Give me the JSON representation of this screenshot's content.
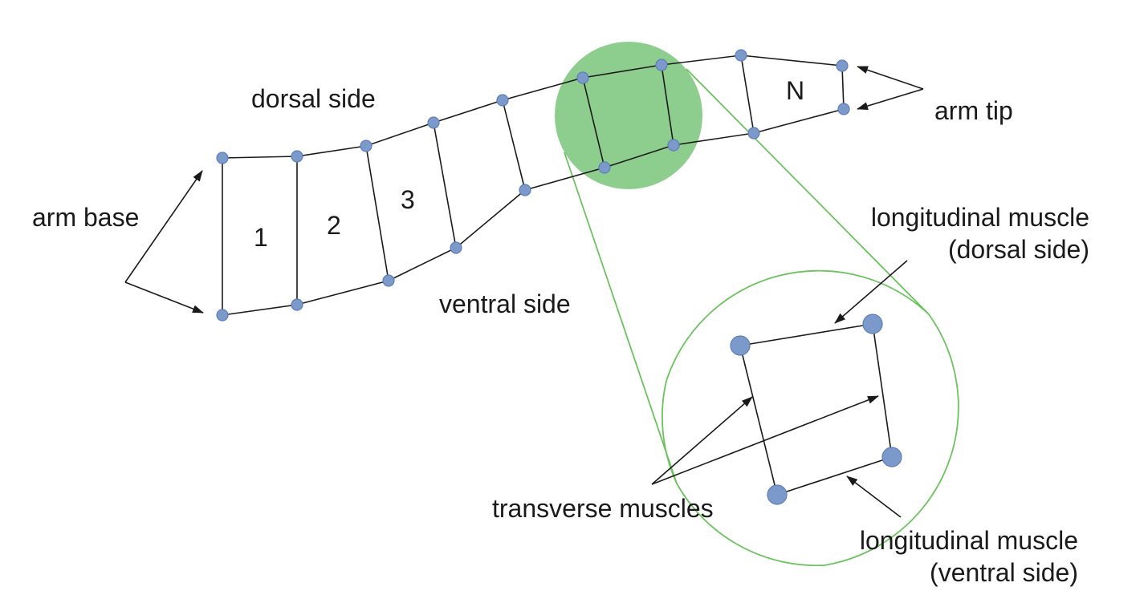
{
  "labels": {
    "arm_base": "arm base",
    "arm_tip": "arm tip",
    "dorsal_side": "dorsal side",
    "ventral_side": "ventral side",
    "segment_1": "1",
    "segment_2": "2",
    "segment_3": "3",
    "segment_n": "N",
    "long_dorsal_line1": "longitudinal muscle",
    "long_dorsal_line2": "(dorsal side)",
    "long_ventral_line1": "longitudinal muscle",
    "long_ventral_line2": "(ventral side)",
    "transverse": "transverse muscles"
  },
  "colors": {
    "node": "#7b9acb",
    "highlight": "#5cb85c",
    "zoom_outline": "#6cc25f",
    "ink": "#1a1a1a"
  }
}
